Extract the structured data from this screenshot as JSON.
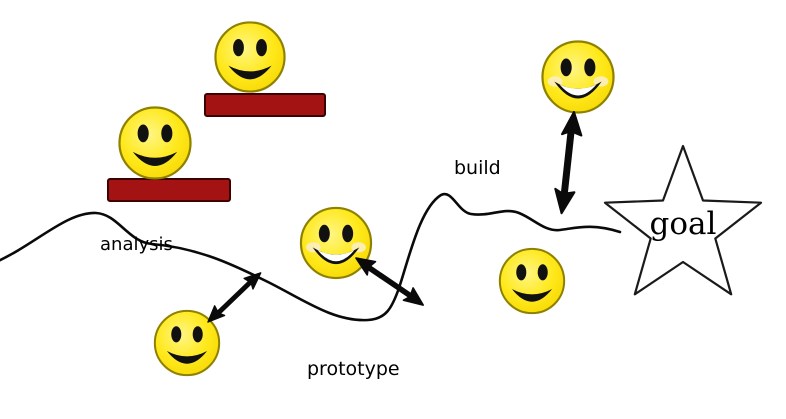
{
  "diagram": {
    "type": "hand-drawn-process-sketch",
    "labels": {
      "analysis": "analysis",
      "prototype": "prototype",
      "build": "build",
      "goal": "goal"
    },
    "colors": {
      "background": "#ffffff",
      "smiley_fill": "#ffe81a",
      "smiley_fill_light": "#fff175",
      "smiley_stroke": "#8f8100",
      "bar_fill": "#a31313",
      "bar_stroke": "#3c0000",
      "line": "#000000",
      "star_fill": "#ffffff",
      "star_stroke": "#1a1a1a"
    },
    "icons": [
      {
        "name": "smiley-icon",
        "shape": "yellow circle face, oval eyes, grin"
      },
      {
        "name": "smiley-grin-icon",
        "shape": "yellow circle face, open grin with white teeth, cheek highlights"
      },
      {
        "name": "double-arrow-icon",
        "shape": "sketchy double-headed arrow"
      },
      {
        "name": "red-bar",
        "shape": "dark red horizontal rectangle"
      },
      {
        "name": "goal-star",
        "shape": "five-point star outline"
      },
      {
        "name": "process-curve",
        "shape": "wavy hand-drawn path across the page"
      }
    ]
  }
}
